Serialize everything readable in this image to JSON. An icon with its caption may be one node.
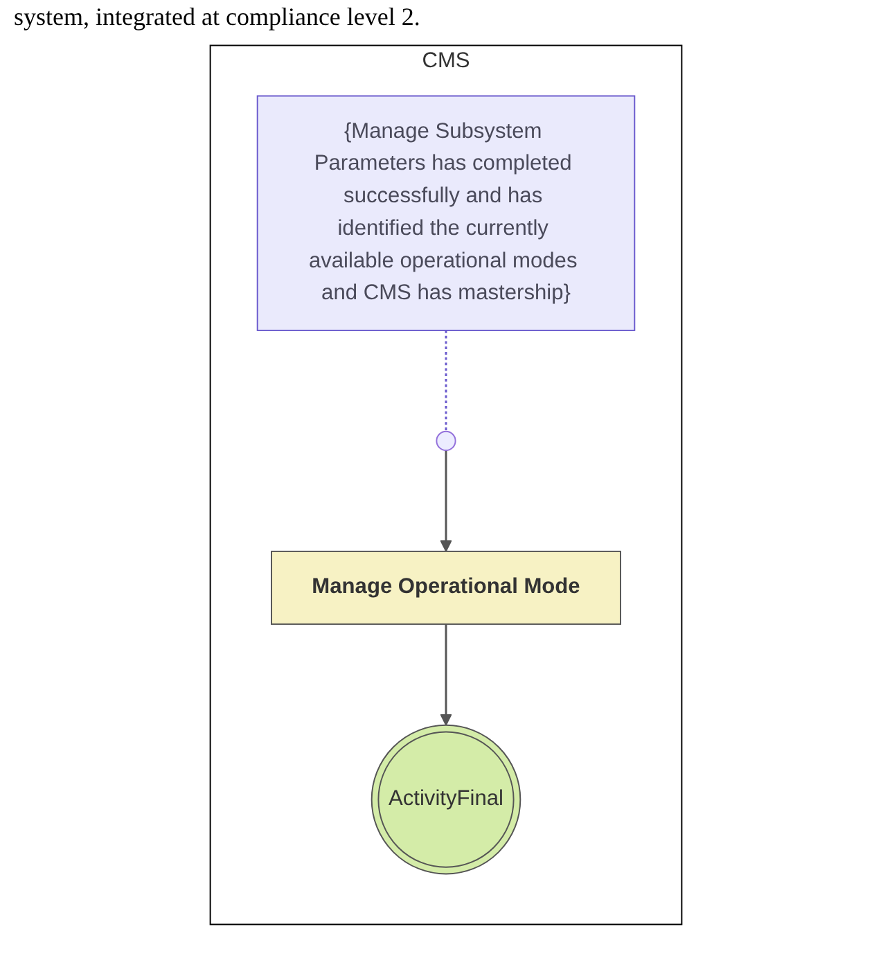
{
  "diagram": {
    "nodes": [
      {
        "text": [
          "CMS"
        ]
      },
      {
        "text": [
          "{Manage Subsystem Parameters has completed successfully and has identified the currently available operational modes and CMS has mastership}"
        ],
        "in": 0
      },
      {
        "text": [],
        "shape": "circle",
        "in": 0
      },
      {
        "text": [
          "Manage Operational Mode"
        ],
        "in": 0
      },
      {
        "text": [
          "ActivityFinal"
        ],
        "in": 0
      }
    ],
    "edges": [
      {
        "from": 1,
        "to": 2,
        "arrow": "none",
        "style": "dashed",
        "color": "#6a5acd"
      },
      {
        "from": 2,
        "to": 3,
        "arrow": "to"
      },
      {
        "from": 3,
        "to": 4,
        "arrow": "to"
      }
    ],
    "labels": [
      "system, integrated at compliance level 2."
    ]
  }
}
